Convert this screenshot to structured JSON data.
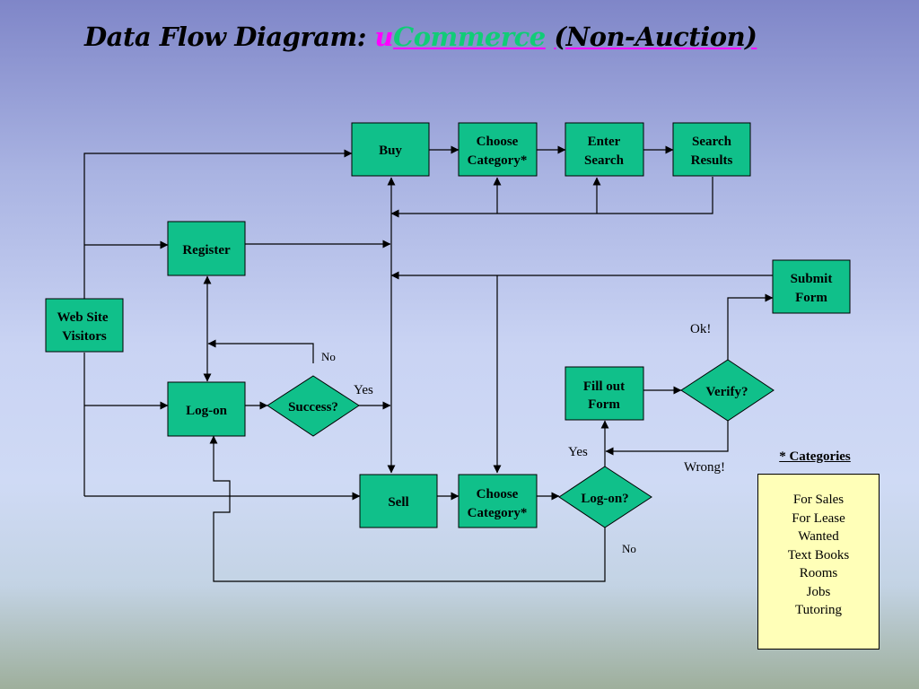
{
  "title": {
    "prefix": "Data Flow Diagram: ",
    "u": "u",
    "commerce": "Commerce",
    "space": " ",
    "non_auction": "(Non-Auction)"
  },
  "nodes": {
    "web_visitors": [
      "Web Site",
      "Visitors"
    ],
    "buy": [
      "Buy"
    ],
    "choose_category_buy": [
      "Choose",
      "Category*"
    ],
    "enter_search": [
      "Enter",
      "Search"
    ],
    "search_results": [
      "Search",
      "Results"
    ],
    "register": [
      "Register"
    ],
    "submit_form": [
      "Submit",
      "Form"
    ],
    "log_on": [
      "Log-on"
    ],
    "success": [
      "Success?"
    ],
    "fill_out_form": [
      "Fill out",
      "Form"
    ],
    "verify": [
      "Verify?"
    ],
    "sell": [
      "Sell"
    ],
    "choose_category_sell": [
      "Choose",
      "Category*"
    ],
    "log_on_q": [
      "Log-on?"
    ]
  },
  "edge_labels": {
    "no_success": "No",
    "yes_success": "Yes",
    "ok_verify": "Ok!",
    "yes_logon": "Yes",
    "wrong_verify": "Wrong!",
    "no_logon": "No"
  },
  "legend": {
    "title": "* Categories",
    "items": [
      "For Sales",
      "For Lease",
      "Wanted",
      "Text Books",
      "Rooms",
      "Jobs",
      "Tutoring"
    ]
  },
  "colors": {
    "box_fill": "#10c08a",
    "legend_fill": "#ffffb8",
    "accent_magenta": "#ff00ff",
    "accent_green": "#11cc77"
  }
}
